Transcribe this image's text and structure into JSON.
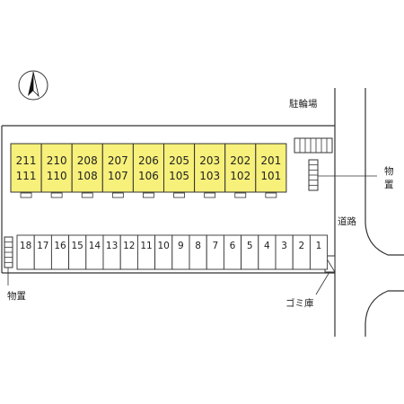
{
  "labels": {
    "bicycle_parking": "駐輪場",
    "storage_right": "物置",
    "storage_left": "物置",
    "road": "道路",
    "garbage": "ゴミ庫"
  },
  "units": [
    {
      "upper": "211",
      "lower": "111"
    },
    {
      "upper": "210",
      "lower": "110"
    },
    {
      "upper": "208",
      "lower": "108"
    },
    {
      "upper": "207",
      "lower": "107"
    },
    {
      "upper": "206",
      "lower": "106"
    },
    {
      "upper": "205",
      "lower": "105"
    },
    {
      "upper": "203",
      "lower": "103"
    },
    {
      "upper": "202",
      "lower": "102"
    },
    {
      "upper": "201",
      "lower": "101"
    }
  ],
  "parking": [
    "18",
    "17",
    "16",
    "15",
    "14",
    "13",
    "12",
    "11",
    "10",
    "9",
    "8",
    "7",
    "6",
    "5",
    "4",
    "3",
    "2",
    "1"
  ],
  "colors": {
    "unit_fill": "#f7f07a",
    "line": "#333333",
    "bay_fill": "#ffffff"
  },
  "icons": {
    "north": "north-arrow-icon"
  }
}
